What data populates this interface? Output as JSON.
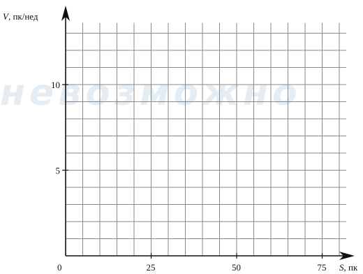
{
  "watermark": {
    "text": "невозможно",
    "color": "#e4edf4"
  },
  "colors": {
    "grid": "#8a8a8a",
    "axis": "#111111",
    "text": "#111111"
  },
  "chart_data": {
    "type": "line",
    "title": "",
    "xlabel": "S, пк",
    "ylabel": "V, пк/нед",
    "xlim": [
      0,
      82
    ],
    "ylim": [
      0,
      13.6
    ],
    "x_ticks": [
      0,
      25,
      50,
      75
    ],
    "x_tick_labels": [
      "0",
      "25",
      "50",
      "75"
    ],
    "y_ticks": [
      5,
      10
    ],
    "y_tick_labels": [
      "5",
      "10"
    ],
    "x_grid_step": 5,
    "y_grid_step": 1,
    "grid": true,
    "series": []
  }
}
